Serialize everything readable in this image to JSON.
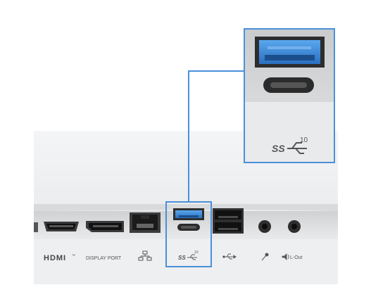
{
  "port_labels": {
    "hdmi": "HDMI",
    "hdmi_tm": "™",
    "displayport": "DISPLAY PORT",
    "ss": "SS",
    "ss_10": "10",
    "line_out": "L-Out"
  },
  "zoom_callout": {
    "ss": "SS",
    "ss_10": "10"
  },
  "colors": {
    "highlight_border": "#4a90d9",
    "usb_blue": "#2f7fd3",
    "panel_gray": "#e7e8e9",
    "port_dark": "#2b2b2b"
  }
}
